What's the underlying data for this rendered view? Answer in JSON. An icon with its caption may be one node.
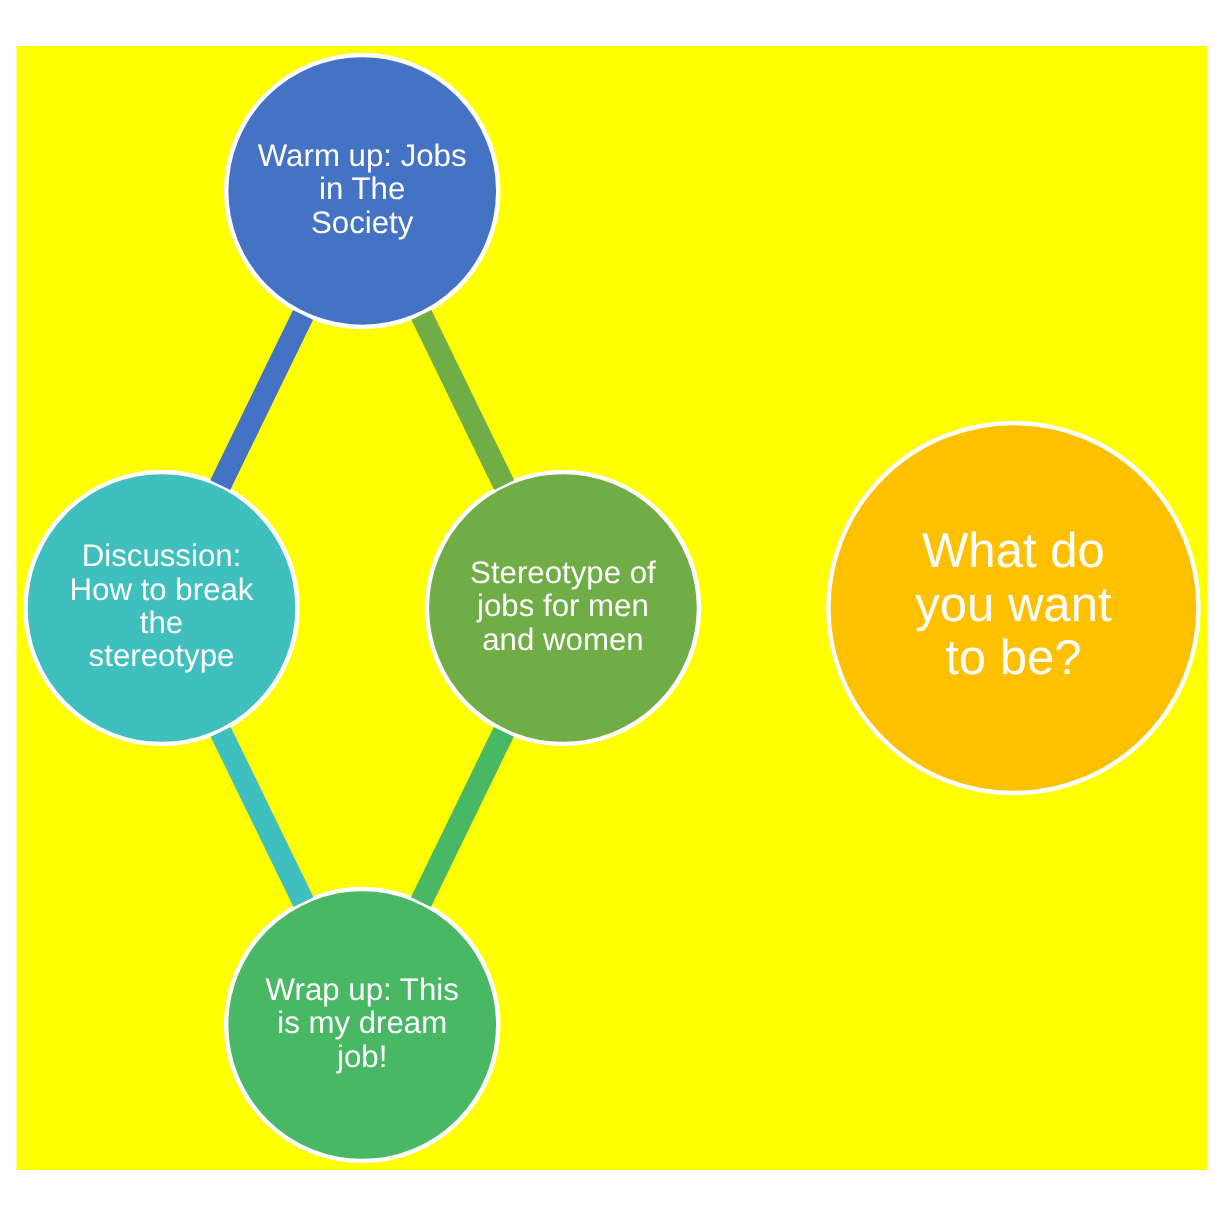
{
  "diagram": {
    "nodes": [
      {
        "text": [
          "Warm up: Jobs in The Society"
        ]
      },
      {
        "text": [
          "Stereotype of jobs for men and women"
        ]
      },
      {
        "text": [
          "What do you want to be?"
        ]
      },
      {
        "text": [
          "Discussion: How to break the stereotype"
        ]
      },
      {
        "text": [
          "Wrap up: This is my dream job!"
        ]
      }
    ],
    "edges": [
      {
        "from": 0,
        "to": 3,
        "arrow": "none",
        "color": "#4472c4"
      },
      {
        "from": 3,
        "to": 4,
        "arrow": "none",
        "color": "#40bfbf"
      },
      {
        "from": 4,
        "to": 1,
        "arrow": "none",
        "color": "#48b864"
      },
      {
        "from": 1,
        "to": 0,
        "arrow": "none",
        "color": "#70ad47"
      }
    ]
  }
}
